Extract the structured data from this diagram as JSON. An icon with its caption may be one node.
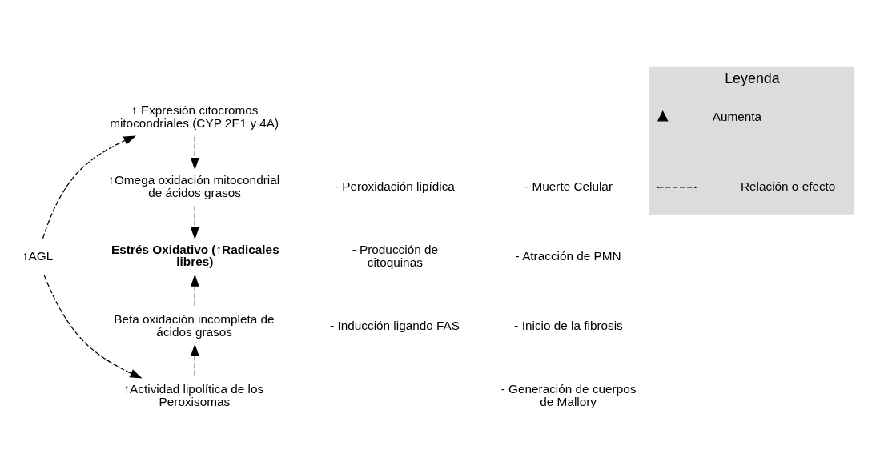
{
  "diagram": {
    "nodes": [
      {
        "text": [
          "↑AGL"
        ]
      },
      {
        "text": [
          "↑ Expresión citocromos mitocondriales (CYP 2E1 y 4A)"
        ]
      },
      {
        "text": [
          "↑Omega oxidación mitocondrial de ácidos grasos"
        ]
      },
      {
        "text": [
          "Estrés Oxidativo (↑Radicales libres)"
        ]
      },
      {
        "text": [
          "Beta oxidación incompleta de ácidos grasos"
        ]
      },
      {
        "text": [
          "↑Actividad lipolítica de los Peroxisomas"
        ]
      },
      {
        "text": [
          "Leyenda"
        ]
      }
    ],
    "edges": [
      {
        "from": 0,
        "to": 1,
        "arrow": "to",
        "style": "dashed"
      },
      {
        "from": 1,
        "to": 2,
        "arrow": "to",
        "style": "dashed"
      },
      {
        "from": 2,
        "to": 3,
        "arrow": "to",
        "style": "dashed"
      },
      {
        "from": 4,
        "to": 3,
        "arrow": "to",
        "style": "dashed"
      },
      {
        "from": 5,
        "to": 4,
        "arrow": "to",
        "style": "dashed"
      },
      {
        "from": 0,
        "to": 5,
        "arrow": "to",
        "style": "dashed"
      }
    ],
    "labels": [
      "- Peroxidación lipídica",
      "- Producción de citoquinas",
      "- Inducción ligando FAS",
      "- Muerte Celular",
      "- Atracción de PMN",
      "- Inicio de la fibrosis",
      "- Generación de cuerpos de Mallory"
    ],
    "legend": [
      {
        "text": "Aumenta"
      },
      {
        "text": "Relación o efecto"
      }
    ]
  }
}
